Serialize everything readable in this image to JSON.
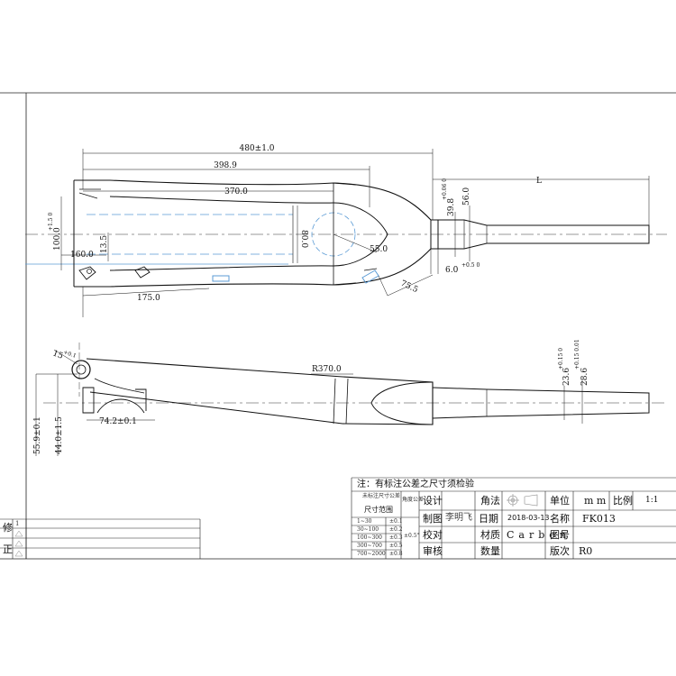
{
  "drawing": {
    "dimensions": {
      "overall_length": "480±1.0",
      "length_398": "398.9",
      "length_370": "370.0",
      "dia_80": "80.0",
      "r55": "55.0",
      "dia_39_8": "39.8",
      "tol_39_8": "+0.06 0",
      "dia_56": "56.0",
      "length_L": "L",
      "width_100": "100.0",
      "tol_100": "+1.5 0",
      "val_160": "160.0",
      "val_13_5": "13.5",
      "val_175": "175.0",
      "val_75_5": "75.5",
      "val_6": "6.0",
      "tol_6": "+0.5 0",
      "dia_15": "15",
      "tol_15": "+0.1",
      "r370": "R370.0",
      "dia_23_6": "23.6",
      "tol_23_6": "+0.15 0",
      "dia_28_6": "28.6",
      "tol_28_6": "+0.15 0.01",
      "val_55_9": "55.9±0.1",
      "val_44": "44.0±1.5",
      "val_74_2": "74.2±0.1"
    }
  },
  "title_block": {
    "note": "注：有标注公差之尺寸须检验",
    "tolerance_table": {
      "header": "未标注尺寸公差",
      "angle_header": "角度公差",
      "range_label": "尺寸范围",
      "rows": [
        {
          "range": "1~30",
          "tol": "±0.1"
        },
        {
          "range": "30~100",
          "tol": "±0.2"
        },
        {
          "range": "100~300",
          "tol": "±0.3"
        },
        {
          "range": "300~700",
          "tol": "±0.5"
        },
        {
          "range": "700~2000",
          "tol": "±0.8"
        }
      ],
      "angle_tol": "±0.5°"
    },
    "labels": {
      "design": "设计",
      "draw": "制图",
      "check": "校对",
      "review": "审核",
      "projection": "角法",
      "date": "日期",
      "material": "材质",
      "quantity": "数量",
      "unit": "单位",
      "name": "名称",
      "part_no": "图号",
      "version": "版次",
      "scale": "比例"
    },
    "values": {
      "drawer": "李明飞",
      "date": "2018-03-13",
      "material": "Carbon",
      "unit": "m m",
      "name": "FK013",
      "version": "R0",
      "scale": "1:1"
    },
    "revision": {
      "label_1": "修",
      "label_2": "正",
      "mark": "1"
    }
  }
}
